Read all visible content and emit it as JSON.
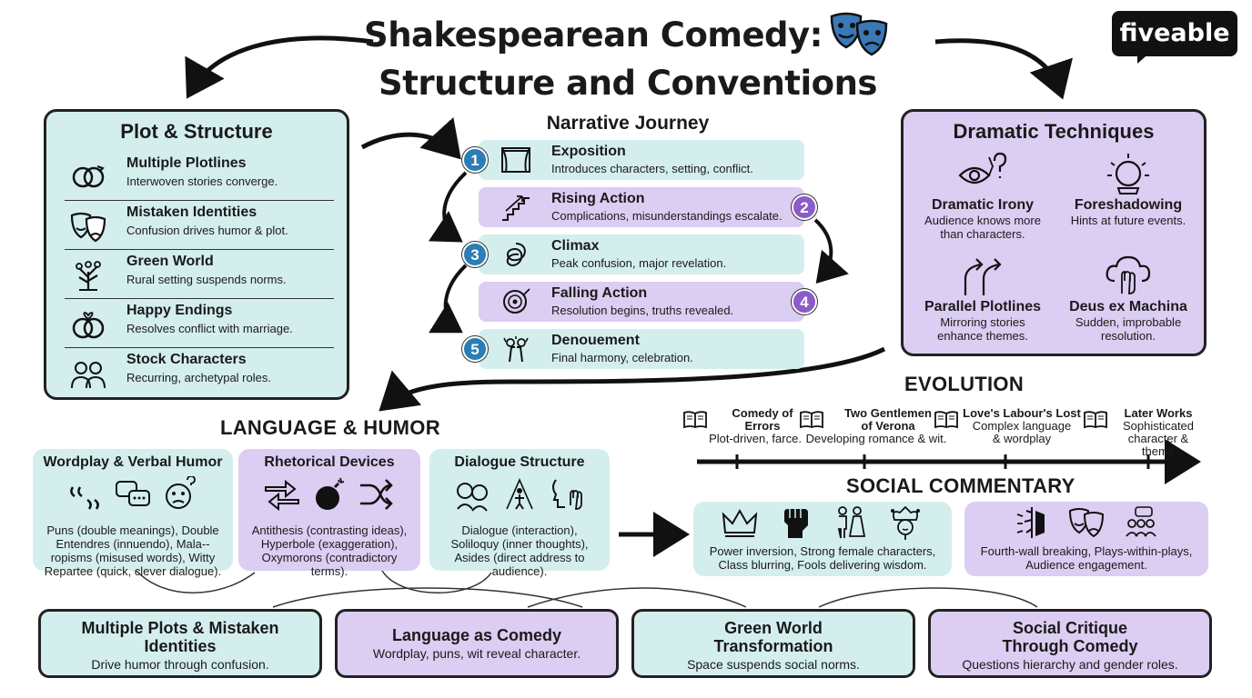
{
  "title_line1": "Shakespearean Comedy:",
  "title_line2": "Structure and Conventions",
  "logo": "fiveable",
  "plot": {
    "heading": "Plot & Structure",
    "items": [
      {
        "title": "Multiple Plotlines",
        "desc": "Interwoven stories converge.",
        "icon": "interlocking-rings-icon"
      },
      {
        "title": "Mistaken Identities",
        "desc": "Confusion drives humor & plot.",
        "icon": "theater-masks-icon"
      },
      {
        "title": "Green World",
        "desc": "Rural setting suspends norms.",
        "icon": "tree-icon"
      },
      {
        "title": "Happy Endings",
        "desc": "Resolves conflict with marriage.",
        "icon": "wedding-rings-icon"
      },
      {
        "title": "Stock Characters",
        "desc": "Recurring, archetypal roles.",
        "icon": "people-icon"
      }
    ]
  },
  "narrative": {
    "heading": "Narrative Journey",
    "stages": [
      {
        "num": "1",
        "title": "Exposition",
        "desc": "Introduces characters, setting, conflict."
      },
      {
        "num": "2",
        "title": "Rising Action",
        "desc": "Complications, misunderstandings escalate."
      },
      {
        "num": "3",
        "title": "Climax",
        "desc": "Peak confusion, major revelation."
      },
      {
        "num": "4",
        "title": "Falling Action",
        "desc": "Resolution begins, truths revealed."
      },
      {
        "num": "5",
        "title": "Denouement",
        "desc": "Final harmony, celebration."
      }
    ]
  },
  "drama": {
    "heading": "Dramatic Techniques",
    "items": [
      {
        "title": "Dramatic Irony",
        "desc1": "Audience knows more",
        "desc2": "than characters."
      },
      {
        "title": "Foreshadowing",
        "desc1": "Hints at future events.",
        "desc2": ""
      },
      {
        "title": "Parallel Plotlines",
        "desc1": "Mirroring stories",
        "desc2": "enhance themes."
      },
      {
        "title": "Deus ex Machina",
        "desc1": "Sudden, improbable",
        "desc2": "resolution."
      }
    ]
  },
  "language": {
    "heading": "LANGUAGE & HUMOR",
    "boxes": [
      {
        "title": "Wordplay & Verbal Humor",
        "l1": "Puns (double meanings), Double",
        "l2": "Entendres (innuendo), Mala--",
        "l3": "ropisms (misused words), Witty",
        "l4": "Repartee (quick, clever dialogue)."
      },
      {
        "title": "Rhetorical Devices",
        "l1": "Antithesis (contrasting ideas),",
        "l2": "Hyperbole (exaggeration),",
        "l3": "Oxymorons (contradictory",
        "l4": "terms)."
      },
      {
        "title": "Dialogue Structure",
        "l1": "Dialogue (interaction),",
        "l2": "Soliloquy (inner thoughts),",
        "l3": "Asides (direct address to",
        "l4": "audience)."
      }
    ]
  },
  "evolution": {
    "heading": "EVOLUTION",
    "items": [
      {
        "title1": "Comedy of",
        "title2": "Errors",
        "desc1": "Plot-driven, farce.",
        "desc2": ""
      },
      {
        "title1": "Two Gentlemen",
        "title2": "of Verona",
        "desc1": "Developing romance & wit.",
        "desc2": ""
      },
      {
        "title1": "Love's Labour's Lost",
        "title2": "",
        "desc1": "Complex language",
        "desc2": "& wordplay"
      },
      {
        "title1": "Later Works",
        "title2": "",
        "desc1": "Sophisticated",
        "desc2": "character & theme"
      }
    ]
  },
  "social": {
    "heading": "SOCIAL COMMENTARY",
    "box1": {
      "l1": "Power inversion, Strong female characters,",
      "l2": "Class blurring, Fools delivering wisdom."
    },
    "box2": {
      "l1": "Fourth-wall breaking, Plays-within-plays,",
      "l2": "Audience engagement."
    }
  },
  "bottom": [
    {
      "t1": "Multiple Plots & Mistaken",
      "t2": "Identities",
      "desc": "Drive humor through confusion."
    },
    {
      "t1": "Language as Comedy",
      "t2": "",
      "desc": "Wordplay, puns, wit reveal character."
    },
    {
      "t1": "Green World",
      "t2": "Transformation",
      "desc": "Space suspends social norms."
    },
    {
      "t1": "Social Critique",
      "t2": "Through Comedy",
      "desc": "Questions hierarchy and gender roles."
    }
  ],
  "colors": {
    "teal": "#d4eeee",
    "purple": "#dccdf2",
    "blue_badge": "#2a7db5",
    "violet_badge": "#8a5cc9"
  }
}
